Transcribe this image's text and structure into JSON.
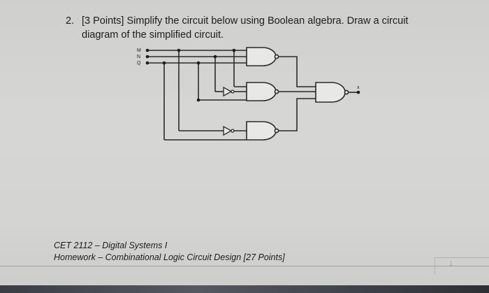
{
  "question": {
    "number": "2.",
    "line1": "[3 Points] Simplify the circuit below using Boolean algebra. Draw a circuit",
    "line2": "diagram of the simplified circuit."
  },
  "circuit": {
    "inputs": [
      "M",
      "N",
      "Q"
    ],
    "output": "x"
  },
  "footer": {
    "course": "CET 2112 – Digital Systems I",
    "homework": "Homework – Combinational Logic Circuit Design [27 Points]"
  },
  "page_number": "1",
  "colors": {
    "paper": "#d4d4d2",
    "ink": "#1c1c1c",
    "wire": "#2a2a2a",
    "gate_fill": "#e8e8e6"
  }
}
